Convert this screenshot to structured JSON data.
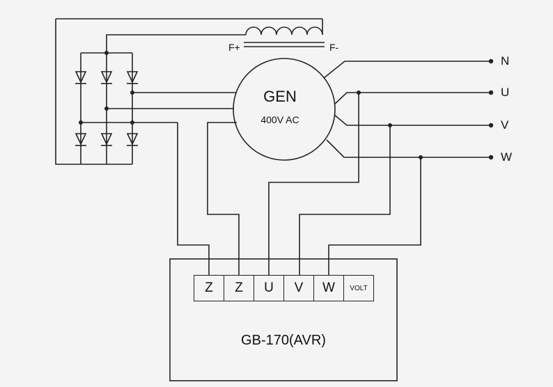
{
  "generator": {
    "title": "GEN",
    "rating": "400V AC"
  },
  "field": {
    "positive": "F+",
    "negative": "F-"
  },
  "phases": [
    "N",
    "U",
    "V",
    "W"
  ],
  "regulator": {
    "name": "GB-170(AVR)",
    "terminals": [
      "Z",
      "Z",
      "U",
      "V",
      "W",
      "VOLT"
    ]
  }
}
